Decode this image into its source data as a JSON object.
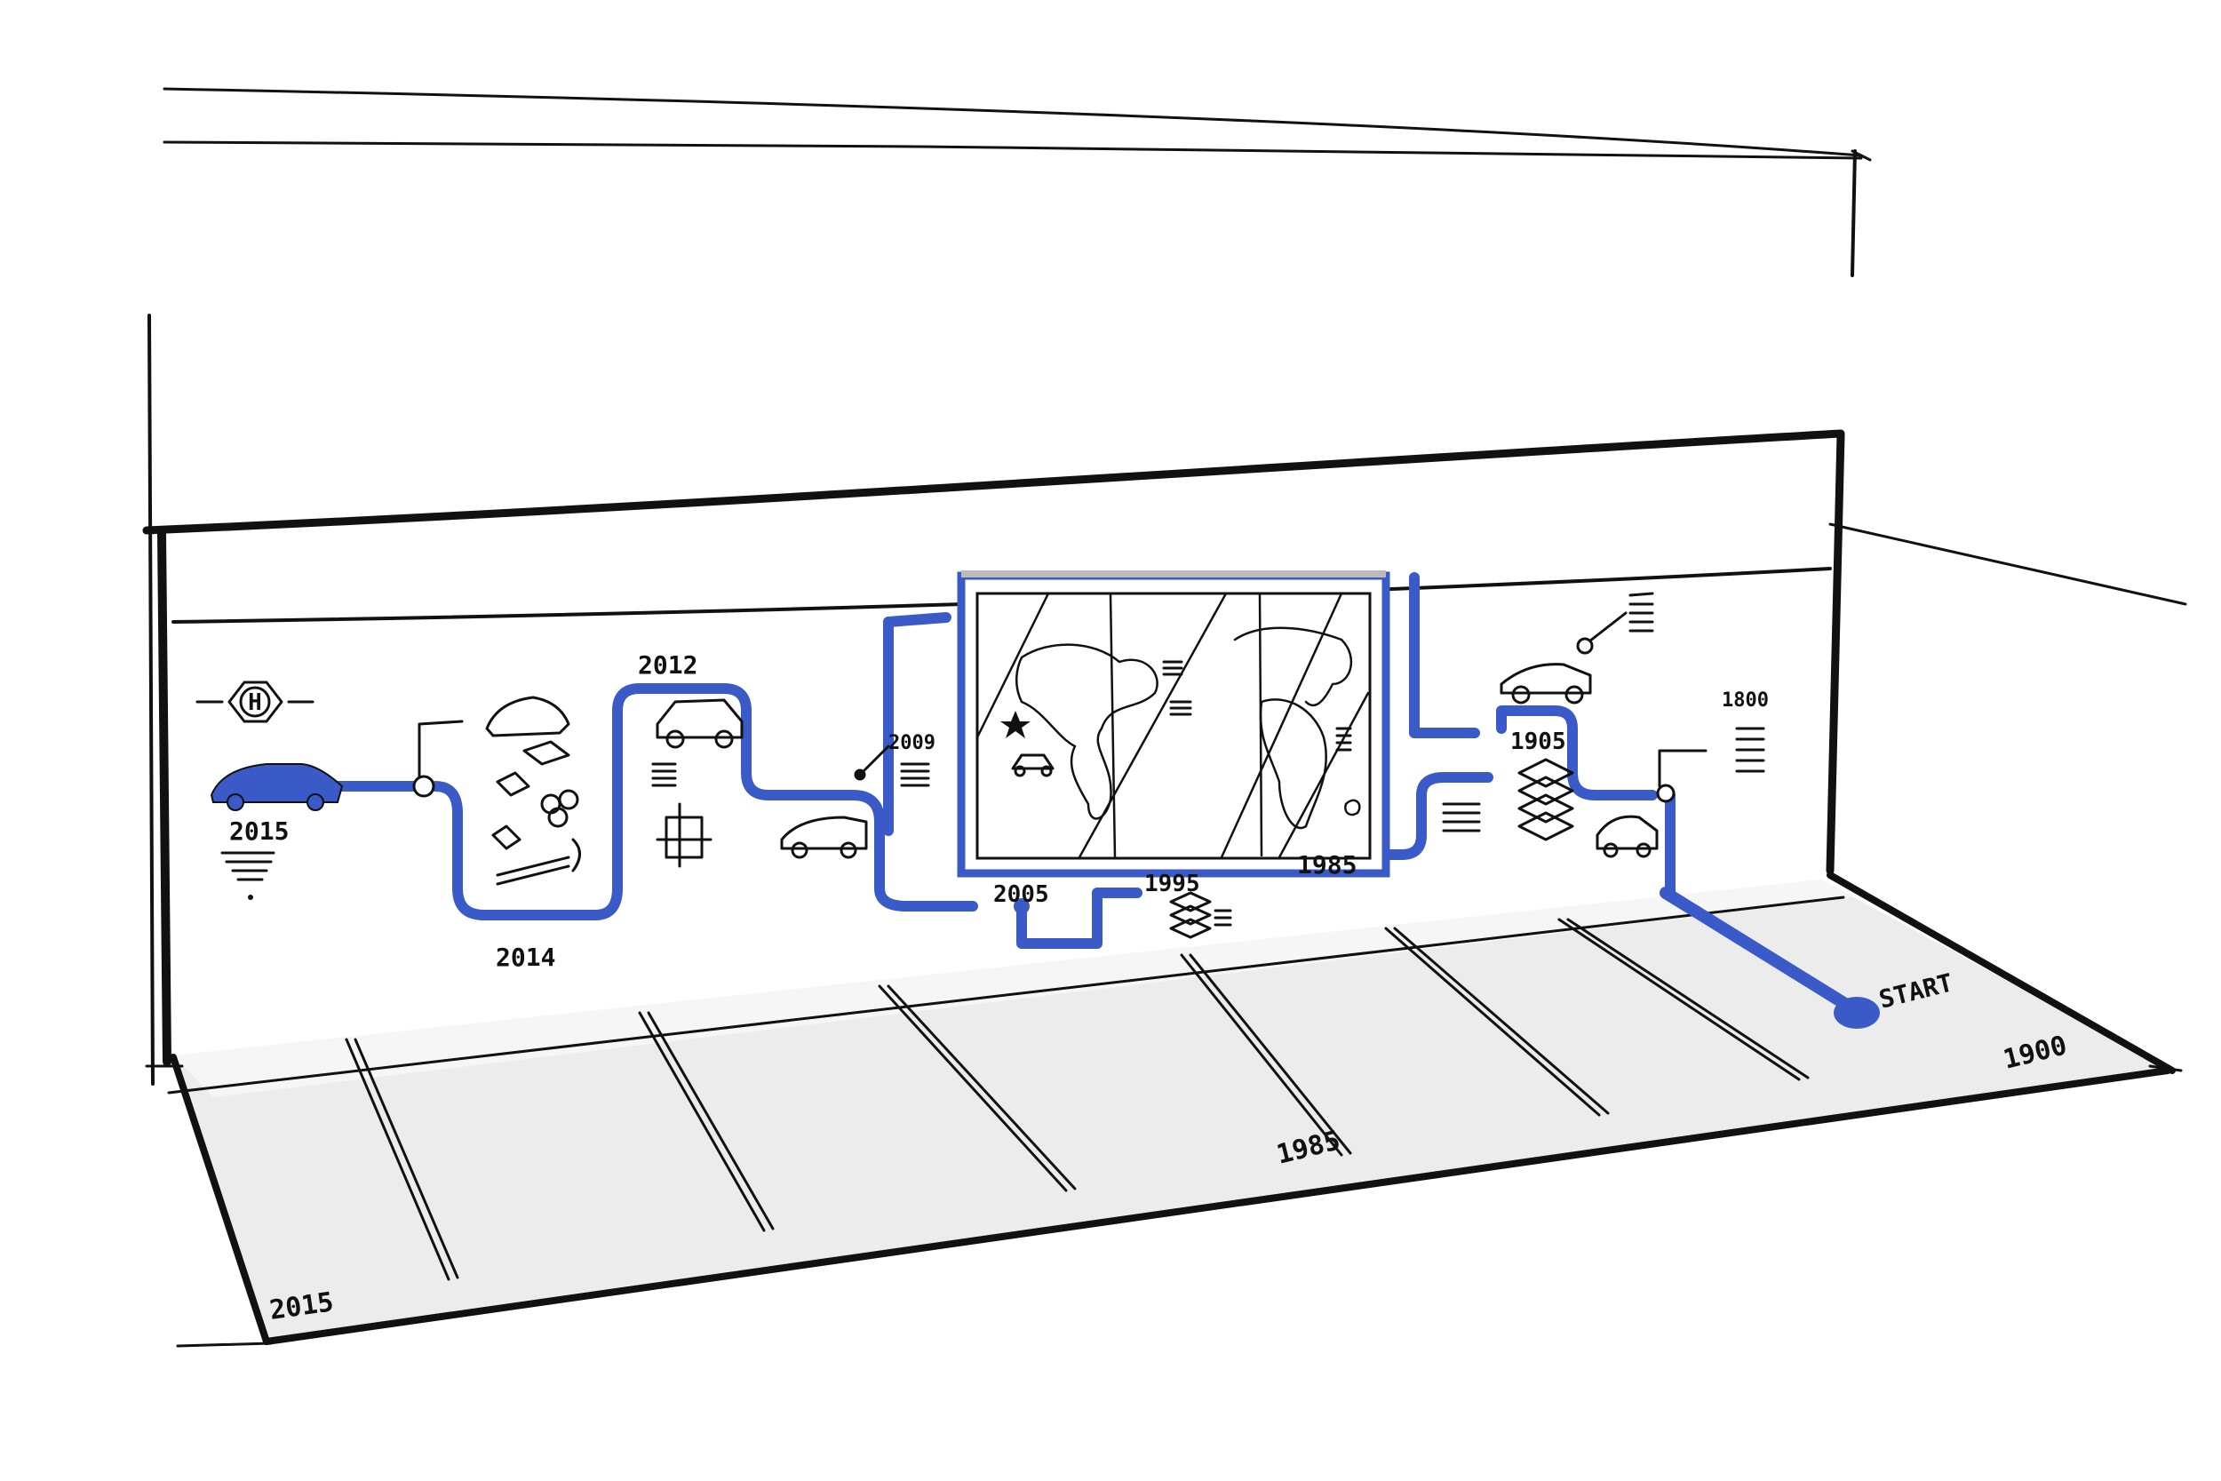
{
  "colors": {
    "ink": "#111111",
    "timeline_blue": "#3a5bc7",
    "floor": "#ececec",
    "wall": "#ffffff"
  },
  "wall_labels": {
    "y2015": "2015",
    "y2014": "2014",
    "y2012": "2012",
    "y2009": "2009",
    "y2005": "2005",
    "y1995": "1995",
    "y1985": "1985",
    "y1905": "1905",
    "y1800": "1800",
    "hydrogen": "H"
  },
  "floor_labels": {
    "start": "START",
    "y1900": "1900",
    "y1985": "1985",
    "y2015": "2015"
  },
  "icons": [
    "hydrogen-hexagon-icon",
    "car-icon",
    "world-map-icon",
    "star-icon",
    "layers-icon",
    "text-lines-icon"
  ]
}
